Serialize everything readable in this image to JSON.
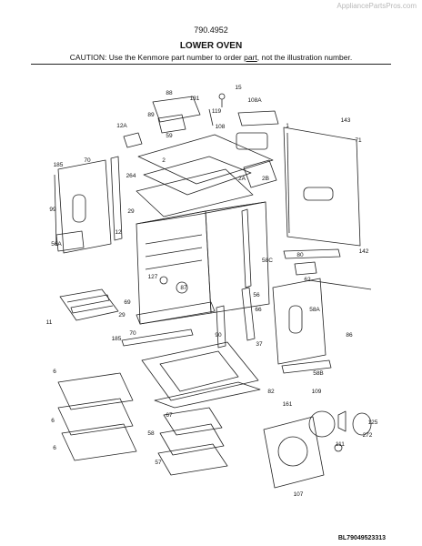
{
  "header": {
    "watermark": "AppliancePartsPros.com",
    "model": "790.4952",
    "title": "LOWER OVEN",
    "caution_before": "CAUTION: Use the Kenmore part number to order ",
    "caution_link": "part",
    "caution_after": ", not the illustration number."
  },
  "diagram_code": "BL79049523313",
  "callouts": [
    "15",
    "131",
    "88",
    "108A",
    "119",
    "89",
    "108",
    "143",
    "1",
    "71",
    "12A",
    "59",
    "2",
    "2A",
    "2B",
    "185",
    "70",
    "264",
    "99",
    "56A",
    "12",
    "29",
    "58C",
    "142",
    "80",
    "127",
    "62",
    "87",
    "29",
    "69",
    "11",
    "66",
    "56",
    "58A",
    "70",
    "90",
    "86",
    "185",
    "37",
    "58B",
    "82",
    "6",
    "6",
    "109",
    "161",
    "67",
    "58",
    "125",
    "272",
    "6",
    "111",
    "57",
    "107"
  ]
}
